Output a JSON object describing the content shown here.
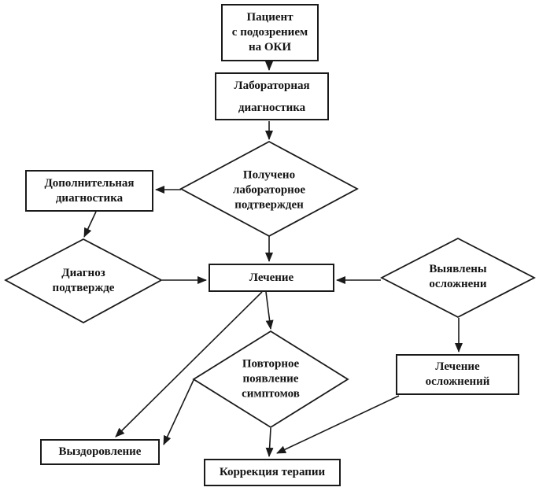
{
  "diagram": {
    "type": "flowchart",
    "language": "ru",
    "background_color": "#ffffff",
    "stroke_color": "#1a1a1a",
    "text_color": "#141414",
    "nodes": [
      {
        "id": "patient",
        "shape": "box",
        "label": "Пациент\nс подозрением\nна ОКИ"
      },
      {
        "id": "lab-diagnostics",
        "shape": "box",
        "label": "Лабораторная\nдиагностика"
      },
      {
        "id": "lab-confirmation",
        "shape": "diamond",
        "label": "Получено\nлабораторное\nподтвержден"
      },
      {
        "id": "additional-diagnostics",
        "shape": "box",
        "label": "Дополнительная\nдиагностика"
      },
      {
        "id": "diagnosis-confirmed",
        "shape": "diamond",
        "label": "Диагноз\nподтвержде"
      },
      {
        "id": "treatment",
        "shape": "box",
        "label": "Лечение"
      },
      {
        "id": "complications-detected",
        "shape": "diamond",
        "label": "Выявлены\nосложнени"
      },
      {
        "id": "complications-treatment",
        "shape": "box",
        "label": "Лечение\nосложнений"
      },
      {
        "id": "symptoms-recurrence",
        "shape": "diamond",
        "label": "Повторное\nпоявление\nсимптомов"
      },
      {
        "id": "recovery",
        "shape": "box",
        "label": "Выздоровление"
      },
      {
        "id": "therapy-correction",
        "shape": "box",
        "label": "Коррекция терапии"
      }
    ],
    "edges": [
      {
        "from": "patient",
        "to": "lab-diagnostics"
      },
      {
        "from": "lab-diagnostics",
        "to": "lab-confirmation"
      },
      {
        "from": "lab-confirmation",
        "to": "additional-diagnostics"
      },
      {
        "from": "lab-confirmation",
        "to": "treatment"
      },
      {
        "from": "additional-diagnostics",
        "to": "diagnosis-confirmed"
      },
      {
        "from": "diagnosis-confirmed",
        "to": "treatment"
      },
      {
        "from": "complications-detected",
        "to": "treatment"
      },
      {
        "from": "complications-detected",
        "to": "complications-treatment"
      },
      {
        "from": "treatment",
        "to": "symptoms-recurrence"
      },
      {
        "from": "treatment",
        "to": "recovery"
      },
      {
        "from": "symptoms-recurrence",
        "to": "recovery"
      },
      {
        "from": "symptoms-recurrence",
        "to": "therapy-correction"
      },
      {
        "from": "complications-treatment",
        "to": "therapy-correction"
      }
    ]
  }
}
